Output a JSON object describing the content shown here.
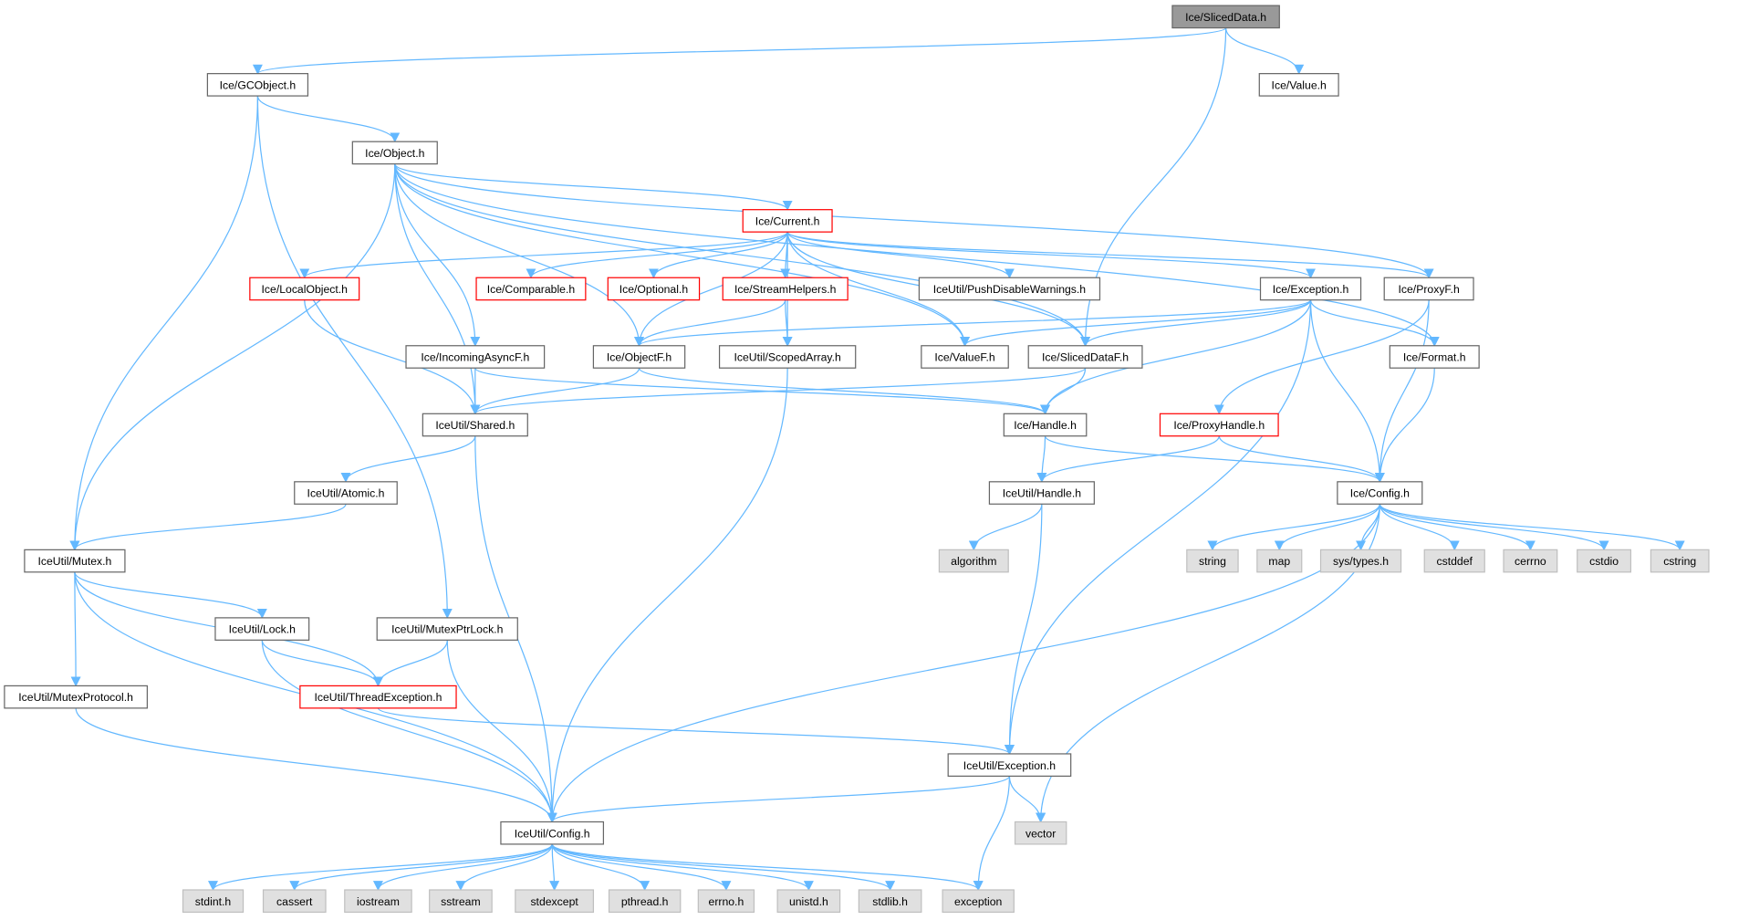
{
  "colors": {
    "edge": "#63b8ff",
    "root_fill": "#999999",
    "red_border": "#ff0000",
    "system_fill": "#e0e0e0"
  },
  "nodes": [
    {
      "id": "sliceddata",
      "label": "Ice/SlicedData.h",
      "kind": "root"
    },
    {
      "id": "value",
      "label": "Ice/Value.h",
      "kind": "normal"
    },
    {
      "id": "gcobject",
      "label": "Ice/GCObject.h",
      "kind": "normal"
    },
    {
      "id": "object",
      "label": "Ice/Object.h",
      "kind": "normal"
    },
    {
      "id": "current",
      "label": "Ice/Current.h",
      "kind": "red"
    },
    {
      "id": "localobject",
      "label": "Ice/LocalObject.h",
      "kind": "red"
    },
    {
      "id": "comparable",
      "label": "Ice/Comparable.h",
      "kind": "red"
    },
    {
      "id": "optional",
      "label": "Ice/Optional.h",
      "kind": "red"
    },
    {
      "id": "streamhelpers",
      "label": "Ice/StreamHelpers.h",
      "kind": "red"
    },
    {
      "id": "pushdisable",
      "label": "IceUtil/PushDisableWarnings.h",
      "kind": "normal"
    },
    {
      "id": "exception",
      "label": "Ice/Exception.h",
      "kind": "normal"
    },
    {
      "id": "proxyf",
      "label": "Ice/ProxyF.h",
      "kind": "normal"
    },
    {
      "id": "incomingasyncf",
      "label": "Ice/IncomingAsyncF.h",
      "kind": "normal"
    },
    {
      "id": "objectf",
      "label": "Ice/ObjectF.h",
      "kind": "normal"
    },
    {
      "id": "scopedarray",
      "label": "IceUtil/ScopedArray.h",
      "kind": "normal"
    },
    {
      "id": "valuef",
      "label": "Ice/ValueF.h",
      "kind": "normal"
    },
    {
      "id": "sliceddataf",
      "label": "Ice/SlicedDataF.h",
      "kind": "normal"
    },
    {
      "id": "format",
      "label": "Ice/Format.h",
      "kind": "normal"
    },
    {
      "id": "shared",
      "label": "IceUtil/Shared.h",
      "kind": "normal"
    },
    {
      "id": "handle",
      "label": "Ice/Handle.h",
      "kind": "normal"
    },
    {
      "id": "proxyhandle",
      "label": "Ice/ProxyHandle.h",
      "kind": "red"
    },
    {
      "id": "atomic",
      "label": "IceUtil/Atomic.h",
      "kind": "normal"
    },
    {
      "id": "iuhandle",
      "label": "IceUtil/Handle.h",
      "kind": "normal"
    },
    {
      "id": "config",
      "label": "Ice/Config.h",
      "kind": "normal"
    },
    {
      "id": "algorithm",
      "label": "algorithm",
      "kind": "sys"
    },
    {
      "id": "string",
      "label": "string",
      "kind": "sys"
    },
    {
      "id": "map",
      "label": "map",
      "kind": "sys"
    },
    {
      "id": "systypes",
      "label": "sys/types.h",
      "kind": "sys"
    },
    {
      "id": "cstddef",
      "label": "cstddef",
      "kind": "sys"
    },
    {
      "id": "cerrno",
      "label": "cerrno",
      "kind": "sys"
    },
    {
      "id": "cstdio",
      "label": "cstdio",
      "kind": "sys"
    },
    {
      "id": "cstring",
      "label": "cstring",
      "kind": "sys"
    },
    {
      "id": "mutex",
      "label": "IceUtil/Mutex.h",
      "kind": "normal"
    },
    {
      "id": "lock",
      "label": "IceUtil/Lock.h",
      "kind": "normal"
    },
    {
      "id": "mutexptrlock",
      "label": "IceUtil/MutexPtrLock.h",
      "kind": "normal"
    },
    {
      "id": "mutexprotocol",
      "label": "IceUtil/MutexProtocol.h",
      "kind": "normal"
    },
    {
      "id": "threadexception",
      "label": "IceUtil/ThreadException.h",
      "kind": "red"
    },
    {
      "id": "iuexception",
      "label": "IceUtil/Exception.h",
      "kind": "normal"
    },
    {
      "id": "iuconfig",
      "label": "IceUtil/Config.h",
      "kind": "normal"
    },
    {
      "id": "vector",
      "label": "vector",
      "kind": "sys"
    },
    {
      "id": "stdint",
      "label": "stdint.h",
      "kind": "sys"
    },
    {
      "id": "cassert",
      "label": "cassert",
      "kind": "sys"
    },
    {
      "id": "iostream",
      "label": "iostream",
      "kind": "sys"
    },
    {
      "id": "sstream",
      "label": "sstream",
      "kind": "sys"
    },
    {
      "id": "stdexcept",
      "label": "stdexcept",
      "kind": "sys"
    },
    {
      "id": "pthread",
      "label": "pthread.h",
      "kind": "sys"
    },
    {
      "id": "errnoh",
      "label": "errno.h",
      "kind": "sys"
    },
    {
      "id": "unistd",
      "label": "unistd.h",
      "kind": "sys"
    },
    {
      "id": "stdlib",
      "label": "stdlib.h",
      "kind": "sys"
    },
    {
      "id": "exceptionstd",
      "label": "exception",
      "kind": "sys"
    }
  ],
  "edges": [
    [
      "sliceddata",
      "gcobject"
    ],
    [
      "sliceddata",
      "value"
    ],
    [
      "sliceddata",
      "sliceddataf"
    ],
    [
      "gcobject",
      "object"
    ],
    [
      "gcobject",
      "mutex"
    ],
    [
      "gcobject",
      "mutexptrlock"
    ],
    [
      "object",
      "current"
    ],
    [
      "object",
      "objectf"
    ],
    [
      "object",
      "shared"
    ],
    [
      "object",
      "incomingasyncf"
    ],
    [
      "object",
      "mutex"
    ],
    [
      "object",
      "sliceddataf"
    ],
    [
      "object",
      "proxyf"
    ],
    [
      "object",
      "format"
    ],
    [
      "object",
      "valuef"
    ],
    [
      "current",
      "localobject"
    ],
    [
      "current",
      "comparable"
    ],
    [
      "current",
      "optional"
    ],
    [
      "current",
      "streamhelpers"
    ],
    [
      "current",
      "pushdisable"
    ],
    [
      "current",
      "exception"
    ],
    [
      "current",
      "proxyf"
    ],
    [
      "current",
      "objectf"
    ],
    [
      "current",
      "scopedarray"
    ],
    [
      "current",
      "valuef"
    ],
    [
      "current",
      "sliceddataf"
    ],
    [
      "localobject",
      "shared"
    ],
    [
      "streamhelpers",
      "objectf"
    ],
    [
      "streamhelpers",
      "scopedarray"
    ],
    [
      "exception",
      "objectf"
    ],
    [
      "exception",
      "valuef"
    ],
    [
      "exception",
      "sliceddataf"
    ],
    [
      "exception",
      "handle"
    ],
    [
      "exception",
      "format"
    ],
    [
      "exception",
      "config"
    ],
    [
      "exception",
      "iuexception"
    ],
    [
      "proxyf",
      "proxyhandle"
    ],
    [
      "proxyf",
      "config"
    ],
    [
      "incomingasyncf",
      "shared"
    ],
    [
      "incomingasyncf",
      "handle"
    ],
    [
      "objectf",
      "shared"
    ],
    [
      "objectf",
      "handle"
    ],
    [
      "scopedarray",
      "iuconfig"
    ],
    [
      "sliceddataf",
      "shared"
    ],
    [
      "sliceddataf",
      "handle"
    ],
    [
      "format",
      "config"
    ],
    [
      "shared",
      "atomic"
    ],
    [
      "shared",
      "iuconfig"
    ],
    [
      "handle",
      "iuhandle"
    ],
    [
      "handle",
      "config"
    ],
    [
      "proxyhandle",
      "iuhandle"
    ],
    [
      "proxyhandle",
      "config"
    ],
    [
      "iuhandle",
      "algorithm"
    ],
    [
      "iuhandle",
      "iuexception"
    ],
    [
      "config",
      "string"
    ],
    [
      "config",
      "map"
    ],
    [
      "config",
      "systypes"
    ],
    [
      "config",
      "cstddef"
    ],
    [
      "config",
      "cerrno"
    ],
    [
      "config",
      "cstdio"
    ],
    [
      "config",
      "cstring"
    ],
    [
      "config",
      "iuconfig"
    ],
    [
      "config",
      "vector"
    ],
    [
      "atomic",
      "mutex"
    ],
    [
      "mutex",
      "lock"
    ],
    [
      "mutex",
      "threadexception"
    ],
    [
      "mutex",
      "mutexprotocol"
    ],
    [
      "mutex",
      "iuconfig"
    ],
    [
      "lock",
      "threadexception"
    ],
    [
      "lock",
      "iuconfig"
    ],
    [
      "mutexptrlock",
      "threadexception"
    ],
    [
      "mutexptrlock",
      "iuconfig"
    ],
    [
      "mutexprotocol",
      "iuconfig"
    ],
    [
      "threadexception",
      "iuexception"
    ],
    [
      "iuexception",
      "iuconfig"
    ],
    [
      "iuexception",
      "vector"
    ],
    [
      "iuexception",
      "exceptionstd"
    ],
    [
      "iuconfig",
      "stdint"
    ],
    [
      "iuconfig",
      "cassert"
    ],
    [
      "iuconfig",
      "iostream"
    ],
    [
      "iuconfig",
      "sstream"
    ],
    [
      "iuconfig",
      "stdexcept"
    ],
    [
      "iuconfig",
      "pthread"
    ],
    [
      "iuconfig",
      "errnoh"
    ],
    [
      "iuconfig",
      "unistd"
    ],
    [
      "iuconfig",
      "stdlib"
    ],
    [
      "iuconfig",
      "exceptionstd"
    ]
  ]
}
